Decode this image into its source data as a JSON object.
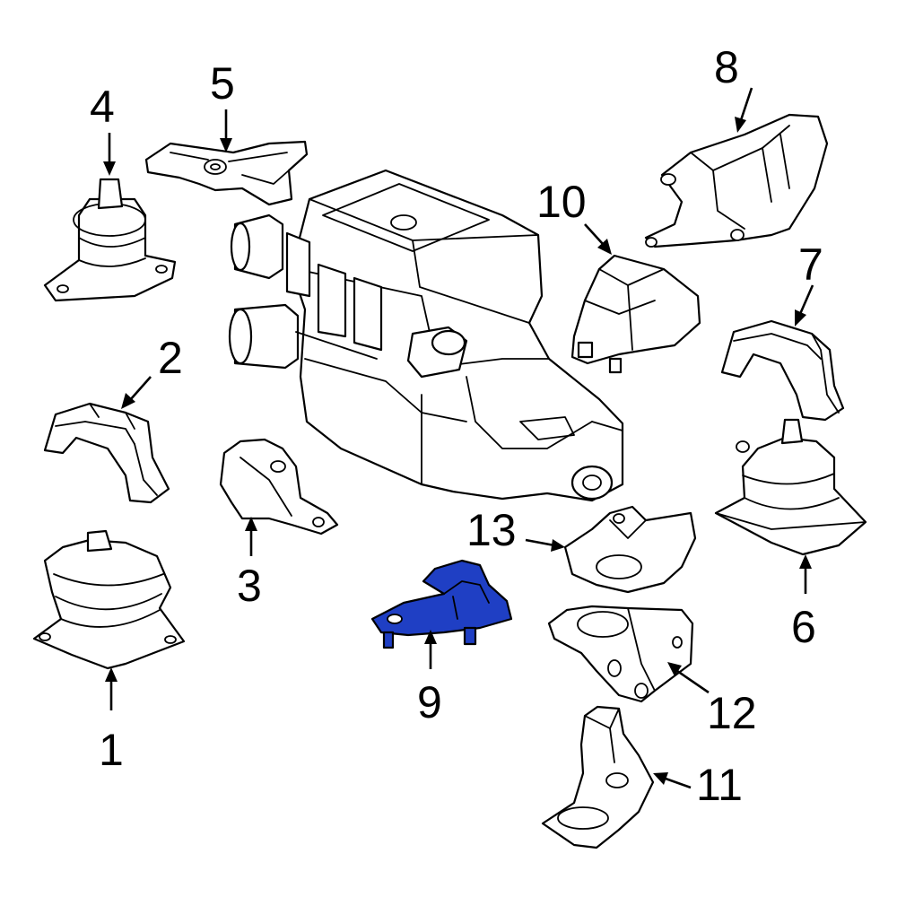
{
  "diagram": {
    "highlight_color": "#1f3fc4",
    "highlighted_part": "9",
    "callouts": {
      "c1": "1",
      "c2": "2",
      "c3": "3",
      "c4": "4",
      "c5": "5",
      "c6": "6",
      "c7": "7",
      "c8": "8",
      "c9": "9",
      "c10": "10",
      "c11": "11",
      "c12": "12",
      "c13": "13"
    }
  }
}
